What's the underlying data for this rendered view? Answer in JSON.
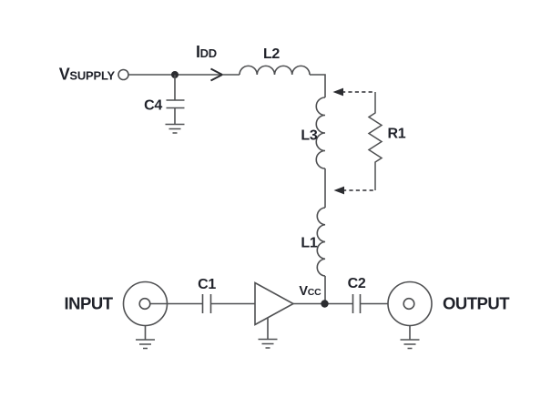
{
  "diagram": {
    "supply": {
      "v_main": "V",
      "v_sub": "SUPPLY",
      "i_main": "I",
      "i_sub": "DD"
    },
    "ports": {
      "input": "INPUT",
      "output": "OUTPUT"
    },
    "net_labels": {
      "vcc_main": "V",
      "vcc_sub": "CC"
    },
    "components": {
      "c1": "C1",
      "c2": "C2",
      "c4": "C4",
      "l1": "L1",
      "l2": "L2",
      "l3": "L3",
      "r1": "R1"
    }
  },
  "colors": {
    "background": "#ffffff",
    "wire": "#4f5052",
    "ink": "#2b2c30",
    "text": "#1f2129"
  }
}
